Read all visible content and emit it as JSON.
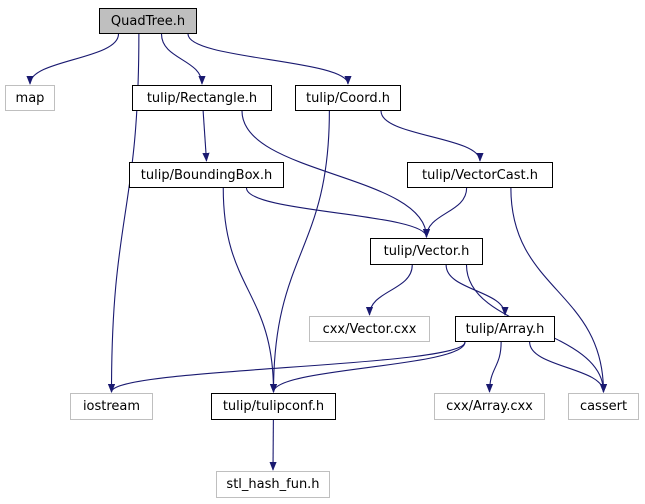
{
  "diagram": {
    "edge_color": "#191970",
    "nodes": {
      "quadtree": "QuadTree.h",
      "map": "map",
      "rectangle": "tulip/Rectangle.h",
      "coord": "tulip/Coord.h",
      "boundingbox": "tulip/BoundingBox.h",
      "vectorcast": "tulip/VectorCast.h",
      "vector": "tulip/Vector.h",
      "cxx_vector": "cxx/Vector.cxx",
      "array": "tulip/Array.h",
      "iostream": "iostream",
      "tulipconf": "tulip/tulipconf.h",
      "cxx_array": "cxx/Array.cxx",
      "cassert": "cassert",
      "stl_hash_fun": "stl_hash_fun.h"
    },
    "edges": [
      [
        "quadtree",
        "map"
      ],
      [
        "quadtree",
        "iostream"
      ],
      [
        "quadtree",
        "rectangle"
      ],
      [
        "quadtree",
        "coord"
      ],
      [
        "rectangle",
        "boundingbox"
      ],
      [
        "rectangle",
        "vector"
      ],
      [
        "boundingbox",
        "vector"
      ],
      [
        "boundingbox",
        "tulipconf"
      ],
      [
        "coord",
        "tulipconf"
      ],
      [
        "coord",
        "vectorcast"
      ],
      [
        "vectorcast",
        "vector"
      ],
      [
        "vectorcast",
        "cassert"
      ],
      [
        "vector",
        "cxx_vector"
      ],
      [
        "vector",
        "array"
      ],
      [
        "vector",
        "cassert"
      ],
      [
        "array",
        "iostream"
      ],
      [
        "array",
        "tulipconf"
      ],
      [
        "array",
        "cxx_array"
      ],
      [
        "array",
        "cassert"
      ],
      [
        "tulipconf",
        "stl_hash_fun"
      ]
    ]
  }
}
